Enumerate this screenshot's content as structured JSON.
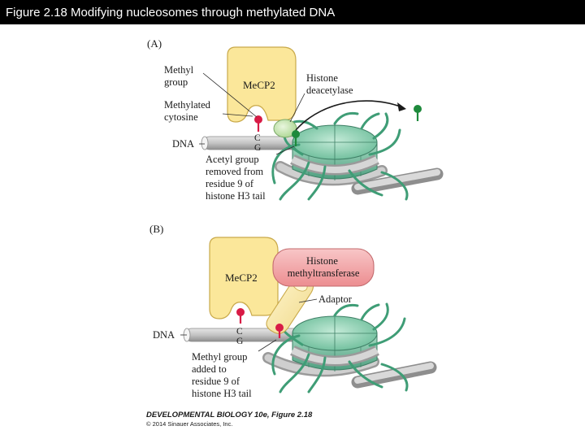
{
  "header": {
    "title": "Figure 2.18  Modifying nucleosomes through methylated DNA"
  },
  "panel_a": {
    "label": "(A)",
    "mecp2": "MeCP2",
    "methyl_group": [
      "Methyl",
      "group"
    ],
    "methylated_cytosine": [
      "Methylated",
      "cytosine"
    ],
    "histone_deacetylase": [
      "Histone",
      "deacetylase"
    ],
    "dna": "DNA",
    "base_c": "C",
    "base_g": "G",
    "acetyl_text": [
      "Acetyl group",
      "removed from",
      "residue 9 of",
      "histone H3 tail"
    ]
  },
  "panel_b": {
    "label": "(B)",
    "mecp2": "MeCP2",
    "histone_methyltransferase": [
      "Histone",
      "methyltransferase"
    ],
    "adaptor": "Adaptor",
    "dna": "DNA",
    "base_c": "C",
    "base_g": "G",
    "methyl_text": [
      "Methyl group",
      "added to",
      "residue 9 of",
      "histone H3 tail"
    ]
  },
  "credit": {
    "book": "DEVELOPMENTAL BIOLOGY 10e, Figure 2.18",
    "copyright": "© 2014 Sinauer Associates, Inc."
  },
  "colors": {
    "mecp2_fill": "#fbe79a",
    "mecp2_stroke": "#c9a94a",
    "methyl_pin": "#d81b46",
    "acetyl_pin": "#1e8a3c",
    "deacetylase_fill": "#cfe8b8",
    "methyltransferase_fill": "#f3a6a8",
    "nucleosome_fill": "#7fc7a8",
    "dna_fill": "#bdbdbd"
  }
}
